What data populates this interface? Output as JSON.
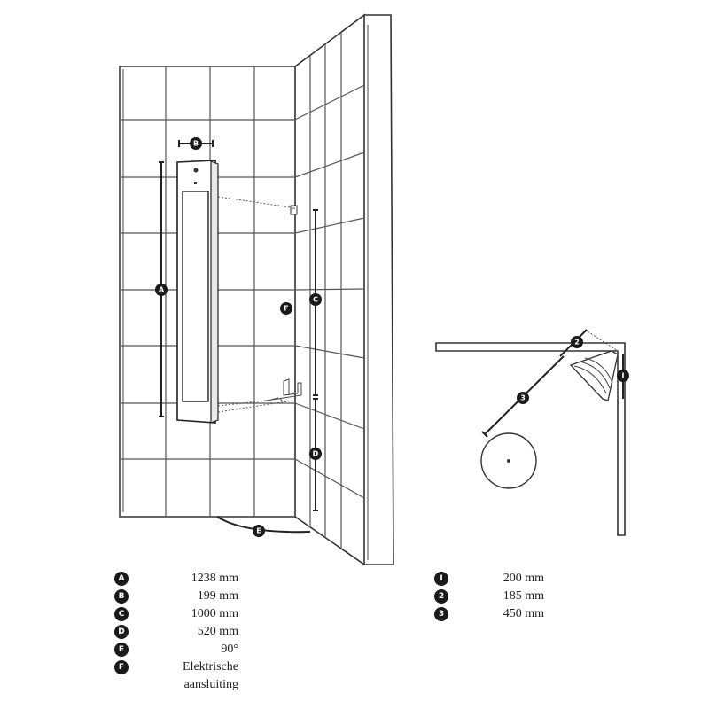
{
  "callouts": {
    "A": "A",
    "B": "B",
    "C": "C",
    "D": "D",
    "E": "E",
    "F": "F",
    "I": "I",
    "two": "2",
    "three": "3"
  },
  "legend_left": [
    {
      "key": "A",
      "value": "1238 mm"
    },
    {
      "key": "B",
      "value": "199 mm"
    },
    {
      "key": "C",
      "value": "1000 mm"
    },
    {
      "key": "D",
      "value": "520 mm"
    },
    {
      "key": "E",
      "value": "90°"
    },
    {
      "key": "F",
      "value": "Elektrische",
      "value2": "aansluiting"
    }
  ],
  "legend_right": [
    {
      "key": "I",
      "value": "200 mm"
    },
    {
      "key": "2",
      "value": "185 mm"
    },
    {
      "key": "3",
      "value": "450 mm"
    }
  ],
  "colors": {
    "line": "#333333",
    "badge": "#1a1a1a",
    "background": "#ffffff"
  }
}
